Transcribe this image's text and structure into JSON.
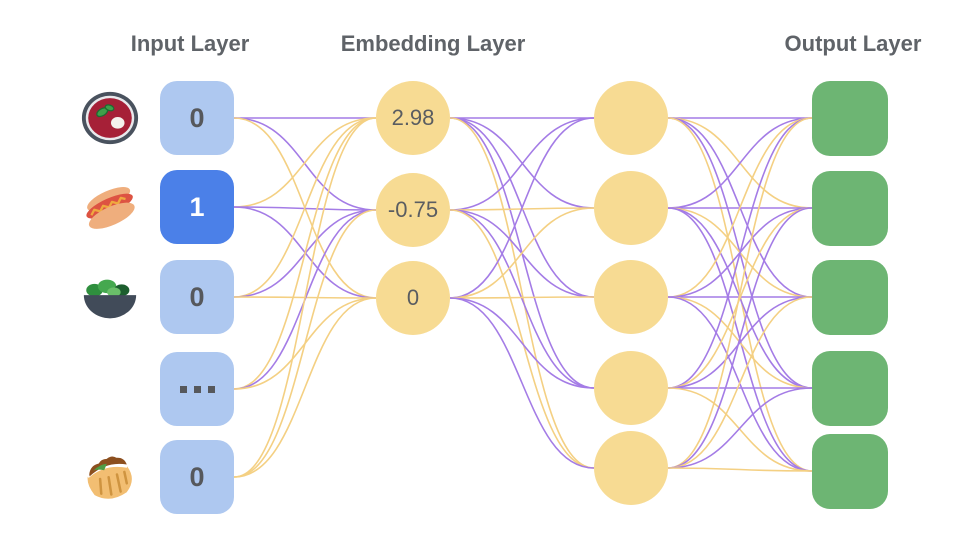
{
  "titles": {
    "input": "Input Layer",
    "embedding": "Embedding Layer",
    "output": "Output Layer"
  },
  "palette": {
    "input_fill": "#aec8f0",
    "input_active_fill": "#4b80e8",
    "input_text": "#56585c",
    "input_active_text": "#ffffff",
    "embedding_fill": "#f7db93",
    "embedding_text": "#5a5d61",
    "output_fill": "#6db573",
    "title_text": "#5f6368",
    "edge_purple": "#a47ce6",
    "edge_yellow": "#f4d083"
  },
  "input_layer": {
    "nodes": [
      {
        "value": "0",
        "active": false,
        "icon": "borscht-soup-icon"
      },
      {
        "value": "1",
        "active": true,
        "icon": "hot-dog-icon"
      },
      {
        "value": "0",
        "active": false,
        "icon": "salad-icon"
      },
      {
        "value": "...",
        "active": false,
        "icon": null
      },
      {
        "value": "0",
        "active": false,
        "icon": "stuffed-flatbread-icon"
      }
    ]
  },
  "embedding_layer": {
    "column1_values": [
      "2.98",
      "-0.75",
      "0"
    ],
    "column2_count": 5
  },
  "output_layer": {
    "count": 5
  },
  "connections": {
    "input_to_embedding1": [
      [
        "p",
        "p",
        "y"
      ],
      [
        "y",
        "p",
        "p"
      ],
      [
        "y",
        "p",
        "y"
      ],
      [
        "y",
        "p",
        "y"
      ],
      [
        "y",
        "y",
        "y"
      ]
    ],
    "embedding1_to_embedding2": [
      [
        "p",
        "p",
        "p",
        "p",
        "y"
      ],
      [
        "p",
        "y",
        "p",
        "p",
        "y"
      ],
      [
        "p",
        "y",
        "y",
        "p",
        "p"
      ]
    ],
    "embedding2_to_output": [
      [
        "p",
        "y",
        "p",
        "p",
        "y"
      ],
      [
        "p",
        "p",
        "y",
        "p",
        "p"
      ],
      [
        "y",
        "p",
        "p",
        "y",
        "p"
      ],
      [
        "p",
        "y",
        "p",
        "p",
        "y"
      ],
      [
        "y",
        "p",
        "y",
        "p",
        "y"
      ]
    ]
  }
}
